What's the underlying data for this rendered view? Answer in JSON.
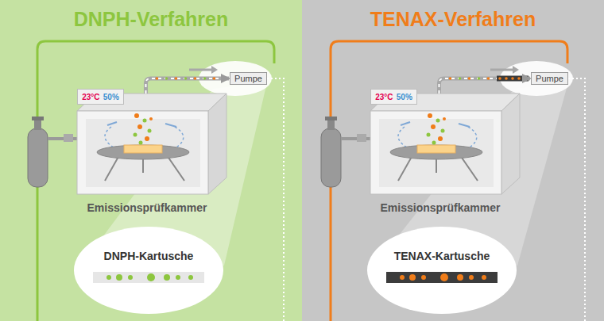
{
  "diagram": {
    "nodes": [
      {
        "text": [
          "DNPH-Verfahren"
        ]
      },
      {
        "text": [
          "Emissionsprüfkammer"
        ],
        "in": 0
      },
      {
        "text": [
          "23°C",
          "50%"
        ],
        "in": 1
      },
      {
        "text": [
          "Pumpe"
        ],
        "in": 0
      },
      {
        "text": [
          "DNPH-Kartusche"
        ],
        "in": 0
      },
      {
        "text": [
          "TENAX-Verfahren"
        ]
      },
      {
        "text": [
          "Emissionsprüfkammer"
        ],
        "in": 5
      },
      {
        "text": [
          "23°C",
          "50%"
        ],
        "in": 6
      },
      {
        "text": [
          "Pumpe"
        ],
        "in": 5
      },
      {
        "text": [
          "TENAX-Kartusche"
        ],
        "in": 5
      }
    ],
    "edges": [
      {
        "from": 1,
        "to": 3,
        "arrow": "to"
      },
      {
        "from": 6,
        "to": 8,
        "arrow": "to"
      }
    ]
  }
}
